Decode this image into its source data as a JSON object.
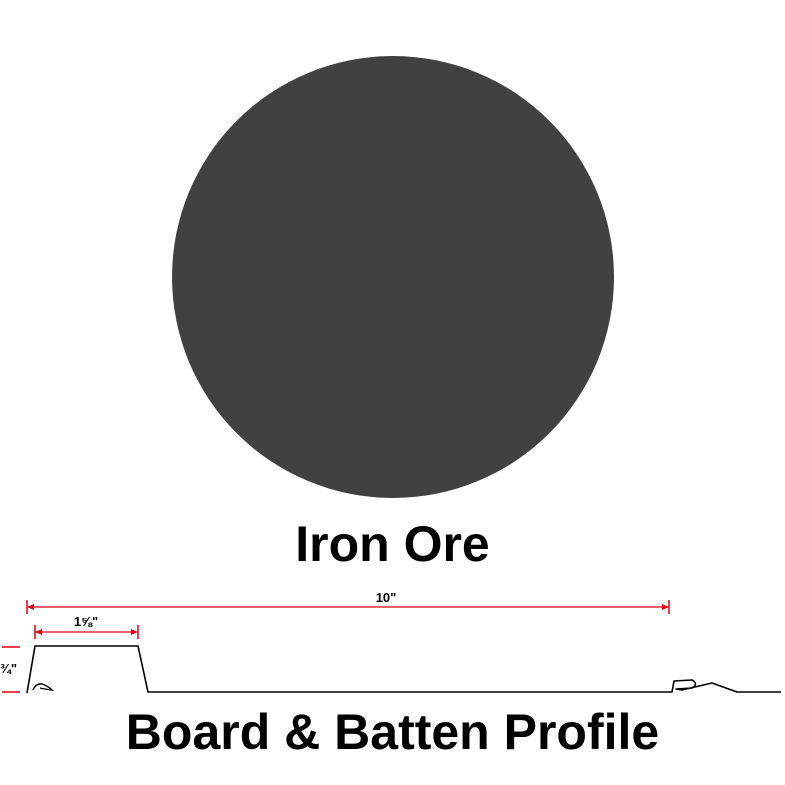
{
  "swatch": {
    "color_name": "Iron Ore",
    "color_hex": "#424140"
  },
  "profile": {
    "title": "Board & Batten Profile",
    "dimensions": {
      "overall_width": "10\"",
      "batten_width": "1⅝\"",
      "height": "¾\""
    },
    "dimension_color": "#e3000f"
  }
}
